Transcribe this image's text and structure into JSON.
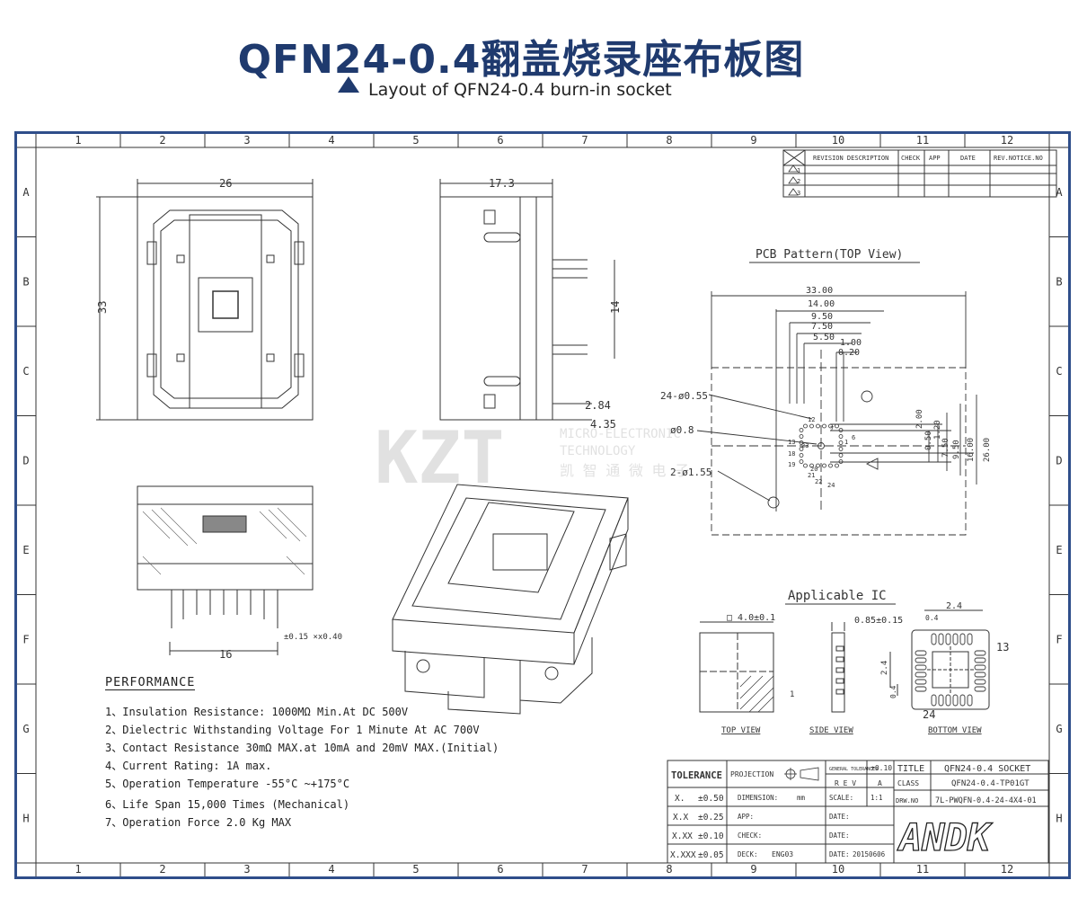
{
  "header": {
    "title": "QFN24-0.4翻盖烧录座布板图",
    "subtitle": "Layout of QFN24-0.4  burn-in socket"
  },
  "grid": {
    "columns": [
      "1",
      "2",
      "3",
      "4",
      "5",
      "6",
      "7",
      "8",
      "9",
      "10",
      "11",
      "12"
    ],
    "rows": [
      "A",
      "B",
      "C",
      "D",
      "E",
      "F",
      "G",
      "H"
    ]
  },
  "revision_table": {
    "headers": [
      "REVISION DESCRIPTION",
      "CHECK",
      "APP",
      "DATE",
      "REV.NOTICE.NO"
    ],
    "rows": [
      "1",
      "2",
      "3"
    ]
  },
  "top_view": {
    "width": "26",
    "height": "33"
  },
  "side_view": {
    "width": "17.3",
    "pin_length": "14",
    "dim_a": "2.84",
    "dim_b": "4.35"
  },
  "front_view": {
    "width": "16",
    "tolerance": "±0.15 ×x0.40"
  },
  "watermark": {
    "logo": "KZT",
    "line1": "MICRO-ELECTRONIC",
    "line2": "TECHNOLOGY",
    "line3": "凯 智 通 微 电 子"
  },
  "pcb": {
    "heading": "PCB Pattern(TOP View)",
    "dims_h": [
      "33.00",
      "14.00",
      "9.50",
      "7.50",
      "5.50",
      "1.00",
      "0.20"
    ],
    "dims_v": [
      "2.00",
      "1.20",
      "0.50",
      "7.50",
      "9.50",
      "16.00",
      "26.00"
    ],
    "callouts": [
      "24-ø0.55",
      "ø0.8",
      "2-ø1.55"
    ],
    "pin_labels": [
      "1",
      "6",
      "7",
      "12",
      "13",
      "18",
      "19",
      "24",
      "20",
      "21",
      "22",
      "23"
    ]
  },
  "applicable_ic": {
    "heading": "Applicable IC",
    "top_dim": "□ 4.0±0.1",
    "side_dim": "0.85±0.15",
    "bottom_dims": [
      "2.4",
      "0.4",
      "13",
      "24",
      "2.4",
      "0.4"
    ],
    "views": [
      "TOP VIEW",
      "SIDE VIEW",
      "BOTTOM VIEW"
    ],
    "pin_one": "1"
  },
  "performance": {
    "heading": "PERFORMANCE",
    "items": [
      "1、Insulation Resistance: 1000MΩ Min.At DC 500V",
      "2、Dielectric Withstanding Voltage For 1 Minute At AC 700V",
      "3、Contact Resistance 30mΩ MAX.at 10mA and 20mV MAX.(Initial)",
      "4、Current Rating: 1A max.",
      "5、Operation Temperature -55°C ~+175°C",
      "6、Life Span 15,000 Times (Mechanical)",
      "7、Operation Force 2.0 Kg MAX"
    ]
  },
  "title_block": {
    "tolerance_label": "TOLERANCE",
    "tolerances": [
      {
        "k": "X.",
        "v": "±0.50"
      },
      {
        "k": "X.X",
        "v": "±0.25"
      },
      {
        "k": "X.XX",
        "v": "±0.10"
      },
      {
        "k": "X.XXX",
        "v": "±0.05"
      }
    ],
    "projection": "PROJECTION",
    "general_tol": "GENERAL TOLERANCES",
    "general_tol_val": "±0.10",
    "rev_label": "R E V",
    "rev_val": "A",
    "title_label": "TITLE",
    "title_val": "QFN24-0.4 SOCKET",
    "class_label": "CLASS",
    "class_val": "QFN24-0.4-TP01GT",
    "drw_label": "DRW.NO",
    "drw_val": "7L-PWQFN-0.4-24-4X4-01",
    "dimension_label": "DIMENSION:",
    "dimension_val": "mm",
    "scale_label": "SCALE:",
    "scale_val": "1:1",
    "app_label": "APP:",
    "check_label": "CHECK:",
    "deck_label": "DECK:",
    "deck_val": "ENG03",
    "date_label": "DATE:",
    "date_val": "20150606",
    "logo": "ANDK"
  }
}
